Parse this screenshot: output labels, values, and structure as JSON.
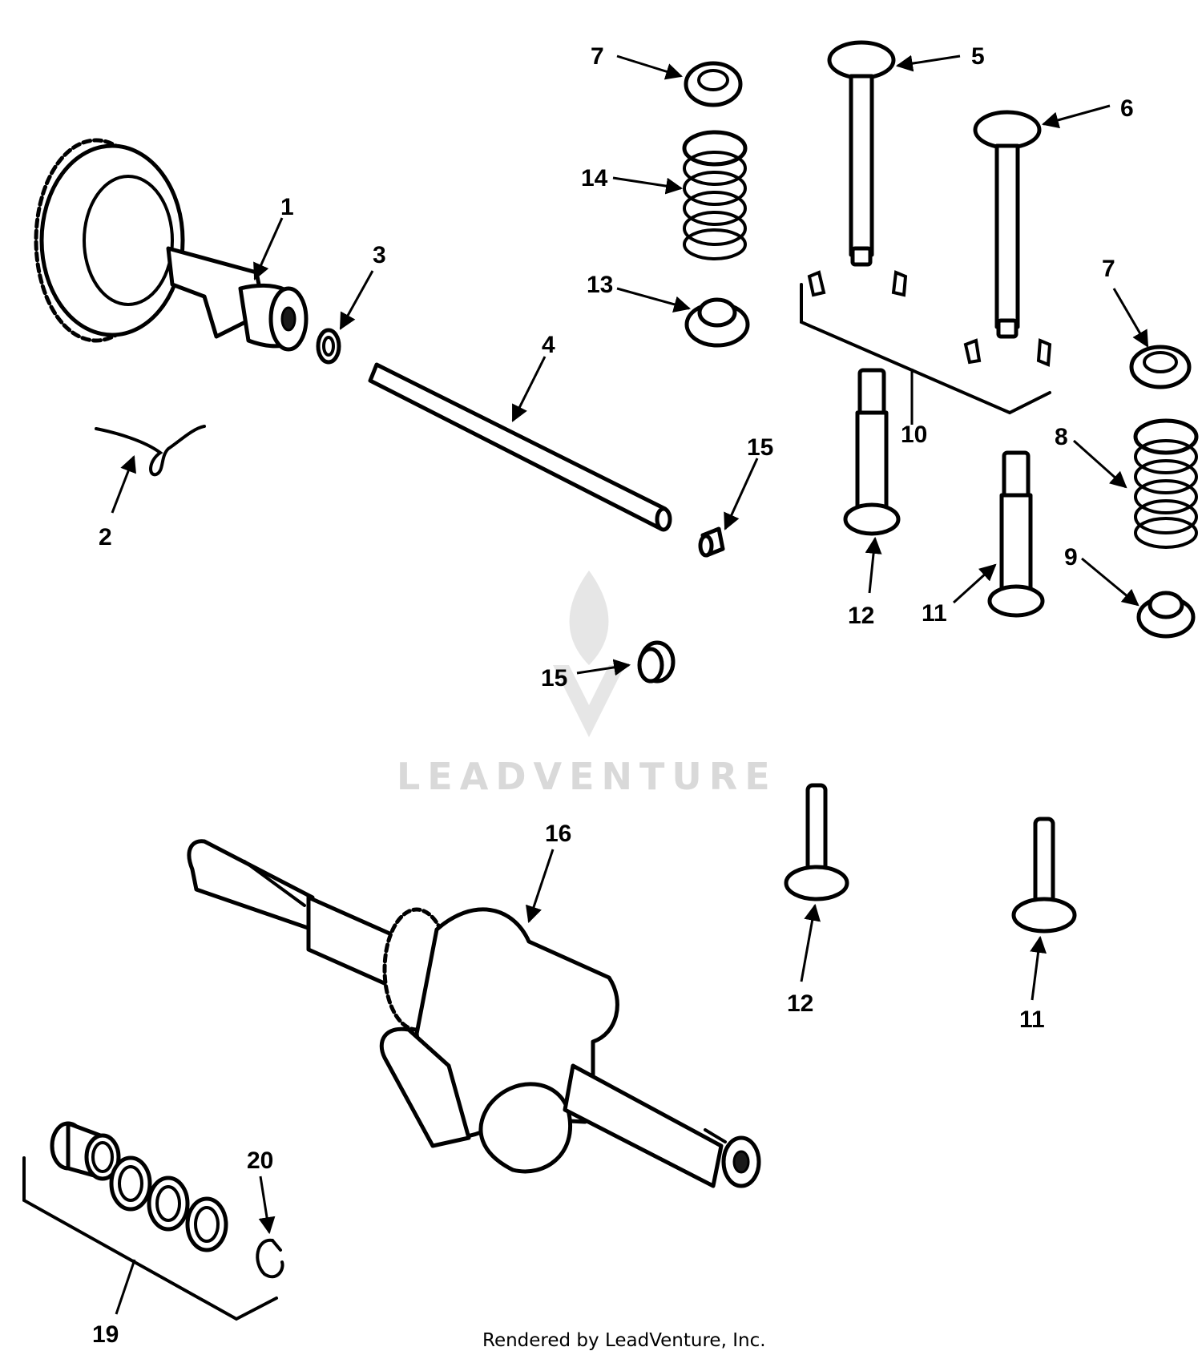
{
  "watermark": "LEADVENTURE",
  "footer": "Rendered by LeadVenture, Inc.",
  "callouts": [
    "1",
    "2",
    "3",
    "4",
    "5",
    "6",
    "7",
    "7",
    "8",
    "9",
    "10",
    "11",
    "11",
    "11",
    "12",
    "12",
    "12",
    "13",
    "14",
    "15",
    "15",
    "16",
    "19",
    "20"
  ],
  "colors": {
    "line": "#000000",
    "watermark": "#d9d9d9"
  }
}
